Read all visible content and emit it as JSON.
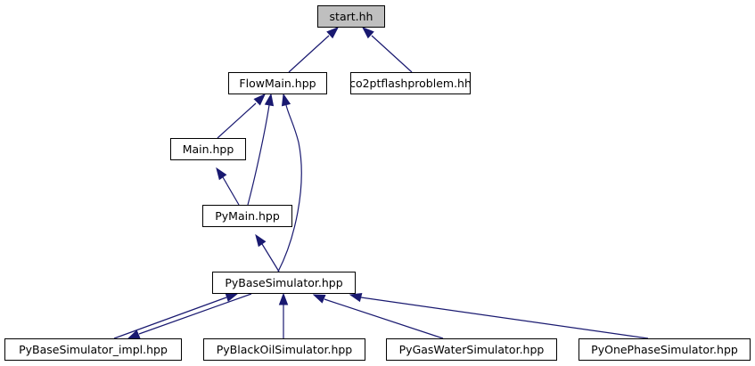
{
  "diagram": {
    "type": "include-dependency-graph",
    "nodes": [
      {
        "id": "start",
        "label": "start.hh",
        "root": true
      },
      {
        "id": "flowmain",
        "label": "FlowMain.hpp"
      },
      {
        "id": "co2pt",
        "label": "co2ptflashproblem.hh"
      },
      {
        "id": "main",
        "label": "Main.hpp"
      },
      {
        "id": "pymain",
        "label": "PyMain.hpp"
      },
      {
        "id": "pybase",
        "label": "PyBaseSimulator.hpp"
      },
      {
        "id": "pybaseimpl",
        "label": "PyBaseSimulator_impl.hpp"
      },
      {
        "id": "pyblackoil",
        "label": "PyBlackOilSimulator.hpp"
      },
      {
        "id": "pygaswater",
        "label": "PyGasWaterSimulator.hpp"
      },
      {
        "id": "pyonephase",
        "label": "PyOnePhaseSimulator.hpp"
      }
    ],
    "edges": [
      {
        "from": "flowmain",
        "to": "start"
      },
      {
        "from": "co2pt",
        "to": "start"
      },
      {
        "from": "main",
        "to": "flowmain"
      },
      {
        "from": "pymain",
        "to": "flowmain"
      },
      {
        "from": "pybase",
        "to": "flowmain"
      },
      {
        "from": "pymain",
        "to": "main"
      },
      {
        "from": "pybase",
        "to": "pymain"
      },
      {
        "from": "pybaseimpl",
        "to": "pybase"
      },
      {
        "from": "pybase",
        "to": "pybaseimpl"
      },
      {
        "from": "pyblackoil",
        "to": "pybase"
      },
      {
        "from": "pygaswater",
        "to": "pybase"
      },
      {
        "from": "pyonephase",
        "to": "pybase"
      }
    ]
  }
}
